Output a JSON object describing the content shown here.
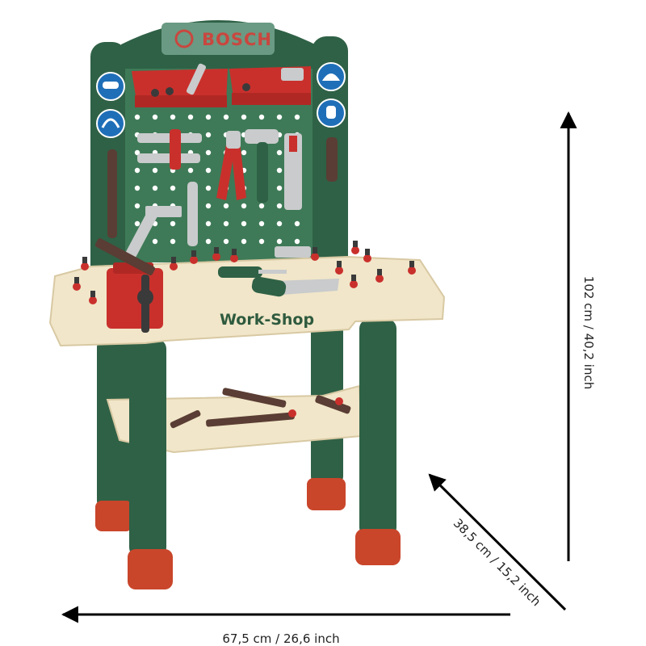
{
  "product": {
    "brand_label": "BOSCH",
    "bench_label": "Work-Shop"
  },
  "dimensions": {
    "height_label": "102 cm / 40,2 inch",
    "depth_label": "38,5 cm / 15,2 inch",
    "width_label": "67,5 cm / 26,6 inch"
  },
  "colors": {
    "frame_green": "#2f6146",
    "panel_green": "#3e7a57",
    "bench_cream": "#f1e6c9",
    "accent_red": "#c9302c",
    "foot_orange": "#c9462b",
    "safety_blue": "#1f6fb8",
    "metal_grey": "#c9cbcc"
  },
  "icons": [
    "safety-goggles-icon",
    "ear-protection-icon",
    "hard-hat-icon",
    "gloves-icon"
  ]
}
